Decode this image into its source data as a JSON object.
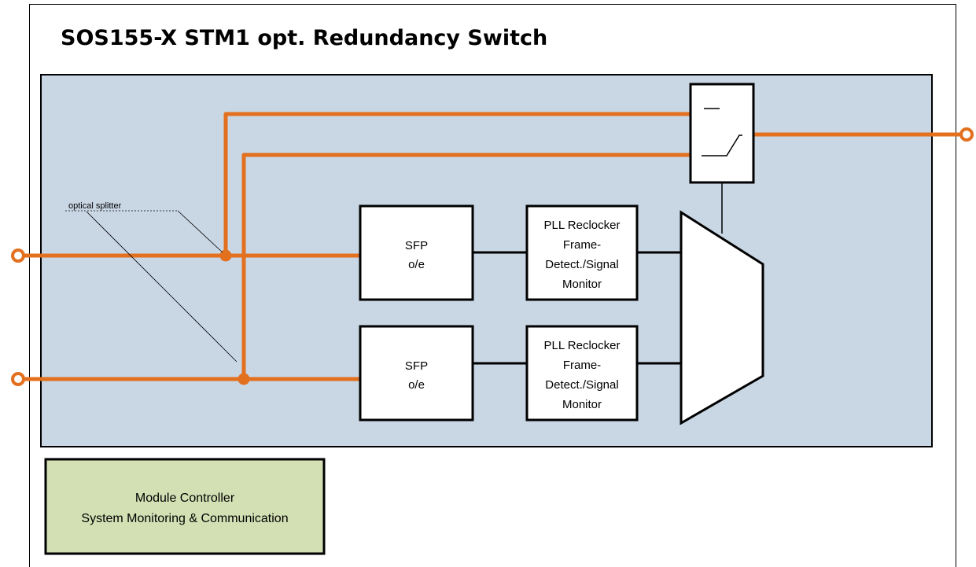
{
  "title": "SOS155-X STM1 opt. Redundancy Switch",
  "colors": {
    "panel_fill": "#c9d6e4",
    "signal_line": "#e2701e",
    "controller_fill": "#d3e0b4",
    "block_fill": "#ffffff",
    "stroke": "#000000"
  },
  "splitter_label": "optical splitter",
  "sfp_top": {
    "line1": "SFP",
    "line2": "o/e"
  },
  "sfp_bottom": {
    "line1": "SFP",
    "line2": "o/e"
  },
  "pll_top": {
    "line1": "PLL Reclocker",
    "line2": "Frame-",
    "line3": "Detect./Signal",
    "line4": "Monitor"
  },
  "pll_bottom": {
    "line1": "PLL Reclocker",
    "line2": "Frame-",
    "line3": "Detect./Signal",
    "line4": "Monitor"
  },
  "module_controller": {
    "line1": "Module Controller",
    "line2": "System Monitoring & Communication"
  },
  "icons": {
    "switch": "switch-icon",
    "multiplexer": "multiplexer-icon",
    "port": "optical-port-icon"
  }
}
